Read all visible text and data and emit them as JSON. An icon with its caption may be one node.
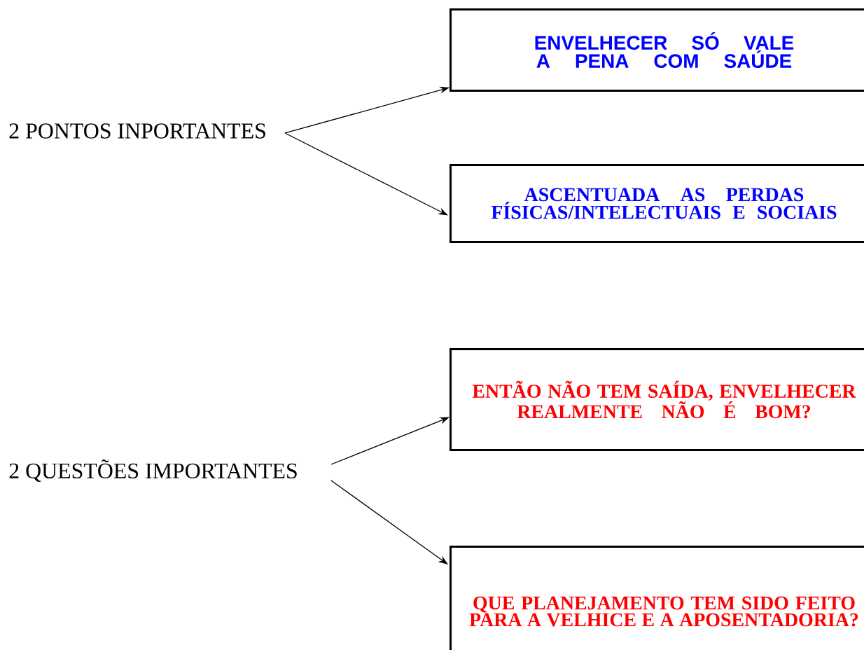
{
  "diagram": {
    "nodes": [
      {
        "text": [
          "2 PONTOS INPORTANTES"
        ]
      },
      {
        "text": [
          "ENVELHECER SÓ VALE A PENA COM SAÚDE"
        ]
      },
      {
        "text": [
          "ASCENTUADA AS PERDAS FÍSICAS/INTELECTUAIS E SOCIAIS"
        ]
      },
      {
        "text": [
          "2 QUESTÕES IMPORTANTES"
        ]
      },
      {
        "text": [
          "ENTÃO NÃO TEM SAÍDA, ENVELHECER REALMENTE NÃO É BOM?"
        ]
      },
      {
        "text": [
          "QUE PLANEJAMENTO TEM SIDO FEITO PARA A VELHICE E A APOSENTADORIA?"
        ]
      }
    ],
    "edges": [
      {
        "from": 0,
        "to": 1,
        "arrow": "to"
      },
      {
        "from": 0,
        "to": 2,
        "arrow": "to"
      },
      {
        "from": 3,
        "to": 4,
        "arrow": "to"
      },
      {
        "from": 3,
        "to": 5,
        "arrow": "to"
      }
    ]
  }
}
